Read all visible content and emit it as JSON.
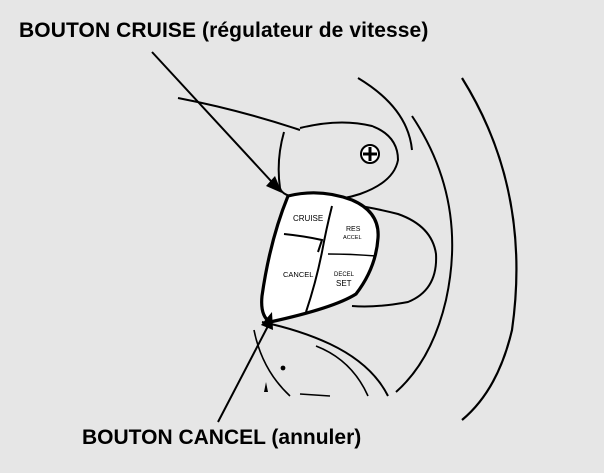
{
  "labels": {
    "cruise_callout": "BOUTON CRUISE (régulateur de vitesse)",
    "cancel_callout": "BOUTON CANCEL (annuler)"
  },
  "buttons": {
    "cruise": "CRUISE",
    "res_top": "RES",
    "res_bottom": "ACCEL",
    "cancel": "CANCEL",
    "decel_top": "DECEL",
    "decel_bottom": "SET"
  },
  "icons": {
    "horn": "horn-icon"
  },
  "colors": {
    "background": "#e6e6e6",
    "line": "#000000",
    "pad": "#ffffff"
  }
}
